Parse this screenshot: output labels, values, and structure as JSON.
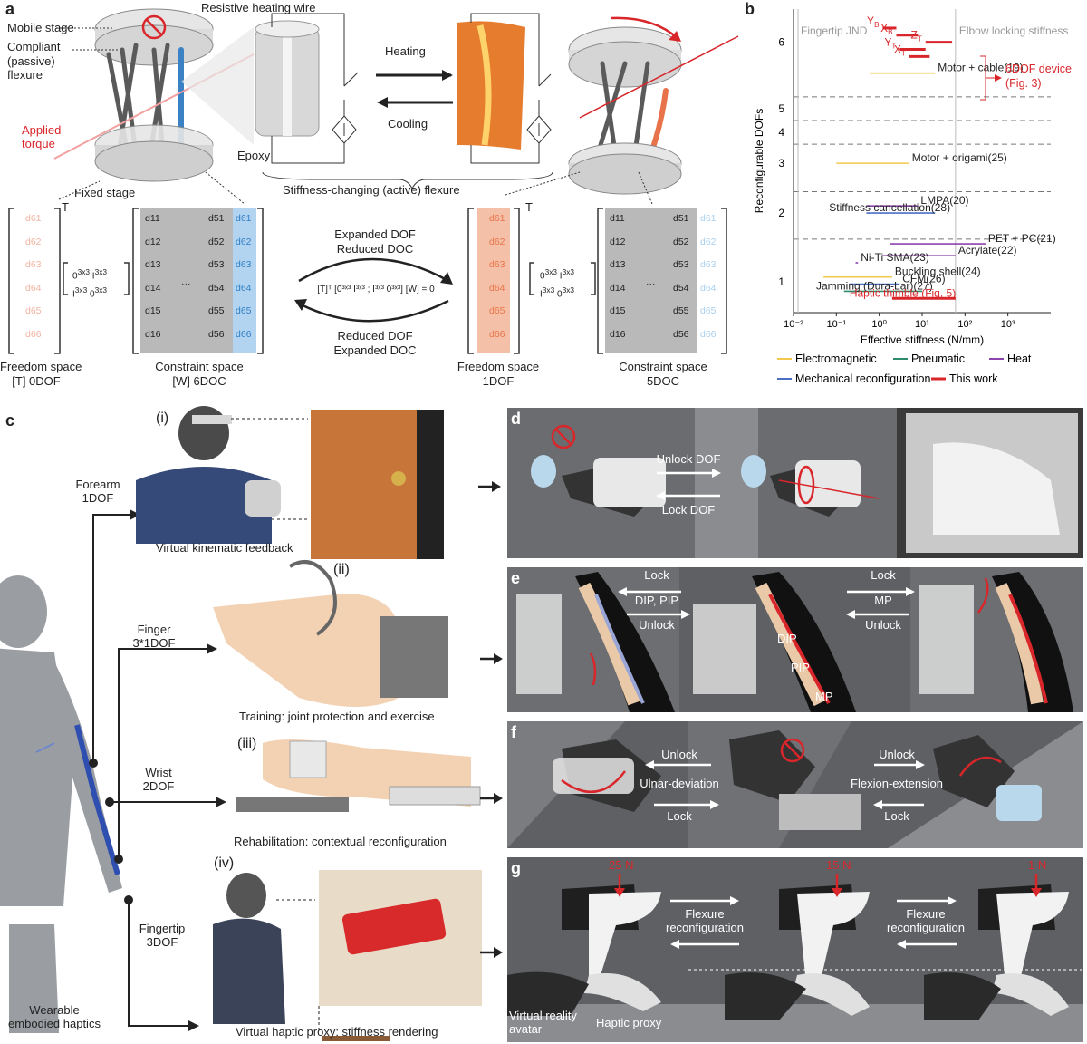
{
  "panel_a": {
    "letter": "a",
    "labels": {
      "mobile_stage": "Mobile stage",
      "compliant_flexure": "Compliant\n(passive)\nflexure",
      "applied_torque": "Applied\ntorque",
      "fixed_stage": "Fixed stage",
      "resistive_wire": "Resistive heating wire",
      "epoxy": "Epoxy",
      "heating": "Heating",
      "cooling": "Cooling",
      "active_flexure": "Stiffness-changing (active) flexure",
      "expanded_dof": "Expanded DOF",
      "reduced_doc": "Reduced DOC",
      "reduced_dof": "Reduced DOF",
      "expanded_doc": "Expanded DOC",
      "equation": "[T]ᵀ [0³ˣ³ I³ˣ³ ; I³ˣ³ 0³ˣ³] [W] = 0",
      "fs0_title": "Freedom space",
      "fs0_sub": "[T] 0DOF",
      "cs6_title": "Constraint space",
      "cs6_sub": "[W] 6DOC",
      "fs1_title": "Freedom space",
      "fs1_sub": "1DOF",
      "cs5_title": "Constraint space",
      "cs5_sub": "5DOC"
    },
    "t_col": [
      "d61",
      "d62",
      "d63",
      "d64",
      "d65",
      "d66"
    ],
    "w_col1": [
      "d11",
      "d12",
      "d13",
      "d14",
      "d15",
      "d16"
    ],
    "w_col5": [
      "d51",
      "d52",
      "d53",
      "d54",
      "d55",
      "d56"
    ],
    "w_col6": [
      "d61",
      "d62",
      "d63",
      "d64",
      "d65",
      "d66"
    ],
    "ellipsis": "···",
    "transpose": "T"
  },
  "panel_b": {
    "letter": "b",
    "chart_data": {
      "type": "scatter",
      "xlabel": "Effective stiffness (N/mm)",
      "ylabel": "Reconfigurable DOFs",
      "x_scale": "log",
      "xlim": [
        0.01,
        10000
      ],
      "x_ticks": [
        "10⁻²",
        "10⁻¹",
        "10⁰",
        "10¹",
        "10²",
        "10³"
      ],
      "y_ticks": [
        "1",
        "2",
        "3",
        "4",
        "5",
        "6"
      ],
      "vlines": [
        {
          "label": "Fingertip JND",
          "x": 0.01
        },
        {
          "label": "Elbow locking stiffness",
          "x": 60
        }
      ],
      "series": [
        {
          "name": "Motor + cable(19)",
          "cat": "Electromagnetic",
          "dof": 5,
          "x": [
            0.6,
            20
          ],
          "level": 5.35
        },
        {
          "name": "Motor + origami(25)",
          "cat": "Electromagnetic",
          "dof": 3,
          "x": [
            0.1,
            5
          ],
          "level": 3.45
        },
        {
          "name": "LMPA(20)",
          "cat": "Heat",
          "dof": 2,
          "x": [
            0.5,
            8
          ],
          "level": 2.55
        },
        {
          "name": "Stiffness cancellation(28)",
          "cat": "Mechanical reconfiguration",
          "dof": 2,
          "x": [
            0.5,
            20
          ],
          "level": 2.4
        },
        {
          "name": "PET + PC(21)",
          "cat": "Heat",
          "dof": 1,
          "x": [
            1.8,
            300
          ],
          "level": 1.75
        },
        {
          "name": "Acrylate(22)",
          "cat": "Heat",
          "dof": 1,
          "x": [
            1.2,
            60
          ],
          "level": 1.5
        },
        {
          "name": "Ni-Ti SMA(23)",
          "cat": "Heat",
          "dof": 1,
          "x": [
            0.28,
            0.32
          ],
          "level": 1.35
        },
        {
          "name": "Buckling shell(24)",
          "cat": "Electromagnetic",
          "dof": 1,
          "x": [
            0.05,
            2
          ],
          "level": 1.05
        },
        {
          "name": "CFM(26)",
          "cat": "Mechanical reconfiguration",
          "dof": 1,
          "x": [
            0.2,
            3
          ],
          "level": 0.9
        },
        {
          "name": "Jamming (Dura-Lar)(27)",
          "cat": "Pneumatic",
          "dof": 1,
          "x": [
            0.15,
            10
          ],
          "level": 0.75
        },
        {
          "name": "Haptic thimble (Fig. 5)",
          "cat": "This work",
          "dof": 1,
          "x": [
            2,
            60
          ],
          "level": 0.6
        }
      ],
      "device_6dof": {
        "name": "6DOF device\n(Fig. 3)",
        "segments": [
          {
            "label": "Y_B",
            "x": [
              1.2,
              2.5
            ],
            "level": 6.3
          },
          {
            "label": "X_B",
            "x": [
              2.5,
              8
            ],
            "level": 6.15
          },
          {
            "label": "Z_T",
            "x": [
              12,
              50
            ],
            "level": 6.0
          },
          {
            "label": "Y_T",
            "x": [
              3,
              12
            ],
            "level": 5.85
          },
          {
            "label": "X_T",
            "x": [
              5,
              15
            ],
            "level": 5.7
          }
        ]
      },
      "legend": [
        {
          "name": "Electromagnetic",
          "color": "#f2c94c"
        },
        {
          "name": "Pneumatic",
          "color": "#2e8b6b"
        },
        {
          "name": "Heat",
          "color": "#8e44ad"
        },
        {
          "name": "Mechanical reconfiguration",
          "color": "#4a6fc4"
        },
        {
          "name": "This work",
          "color": "#d9262b"
        }
      ],
      "legend_position": "bottom"
    }
  },
  "panel_c": {
    "letter": "c",
    "wearable": "Wearable\nembodied haptics",
    "branches": [
      {
        "roman": "(i)",
        "label": "Forearm\n1DOF",
        "caption": "Virtual kinematic feedback"
      },
      {
        "roman": "(ii)",
        "label": "Finger\n3*1DOF",
        "caption": "Training: joint protection and exercise"
      },
      {
        "roman": "(iii)",
        "label": "Wrist\n2DOF",
        "caption": "Rehabilitation: contextual reconfiguration"
      },
      {
        "roman": "(iv)",
        "label": "Fingertip\n3DOF",
        "caption": "Virtual haptic proxy: stiffness rendering"
      }
    ]
  },
  "panel_d": {
    "letter": "d",
    "unlock": "Unlock DOF",
    "lock": "Lock DOF"
  },
  "panel_e": {
    "letter": "e",
    "lock1": "Lock",
    "joints1": "DIP,  PIP",
    "unlock1": "Unlock",
    "lock2": "Lock",
    "joints2": "MP",
    "unlock2": "Unlock",
    "dip": "DIP",
    "pip": "PIP",
    "mp": "MP"
  },
  "panel_f": {
    "letter": "f",
    "unlock1": "Unlock",
    "motion1": "Ulnar-deviation",
    "lock1": "Lock",
    "unlock2": "Unlock",
    "motion2": "Flexion-extension",
    "lock2": "Lock"
  },
  "panel_g": {
    "letter": "g",
    "f1": "25 N",
    "f2": "15 N",
    "f3": "1 N",
    "reconf1": "Flexure\nreconfiguration",
    "reconf2": "Flexure\nreconfiguration",
    "avatar": "Virtual reality\navatar",
    "proxy": "Haptic proxy"
  },
  "colors": {
    "red": "#d9262b",
    "blue": "#3b82c4",
    "orange": "#e8734a",
    "panel_bg": "#5e6063"
  }
}
